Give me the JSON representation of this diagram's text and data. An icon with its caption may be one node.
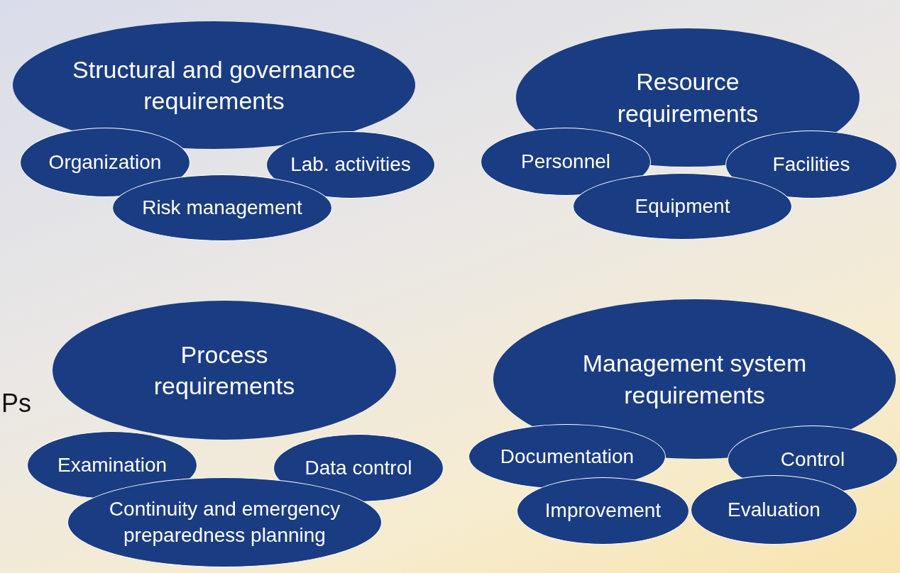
{
  "diagram": {
    "nodes": [
      {
        "text": [
          "Structural and governance requirements"
        ]
      },
      {
        "text": [
          "Organization"
        ]
      },
      {
        "text": [
          "Lab. activities"
        ]
      },
      {
        "text": [
          "Risk management"
        ]
      },
      {
        "text": [
          "Resource requirements"
        ]
      },
      {
        "text": [
          "Personnel"
        ]
      },
      {
        "text": [
          "Facilities"
        ]
      },
      {
        "text": [
          "Equipment"
        ]
      },
      {
        "text": [
          "Process requirements"
        ]
      },
      {
        "text": [
          "Examination"
        ]
      },
      {
        "text": [
          "Data control"
        ]
      },
      {
        "text": [
          "Continuity and emergency preparedness planning"
        ]
      },
      {
        "text": [
          "Management system requirements"
        ]
      },
      {
        "text": [
          "Documentation"
        ]
      },
      {
        "text": [
          "Control"
        ]
      },
      {
        "text": [
          "Improvement"
        ]
      },
      {
        "text": [
          "Evaluation"
        ]
      }
    ],
    "edges": [],
    "labels": [
      "Ps"
    ]
  }
}
